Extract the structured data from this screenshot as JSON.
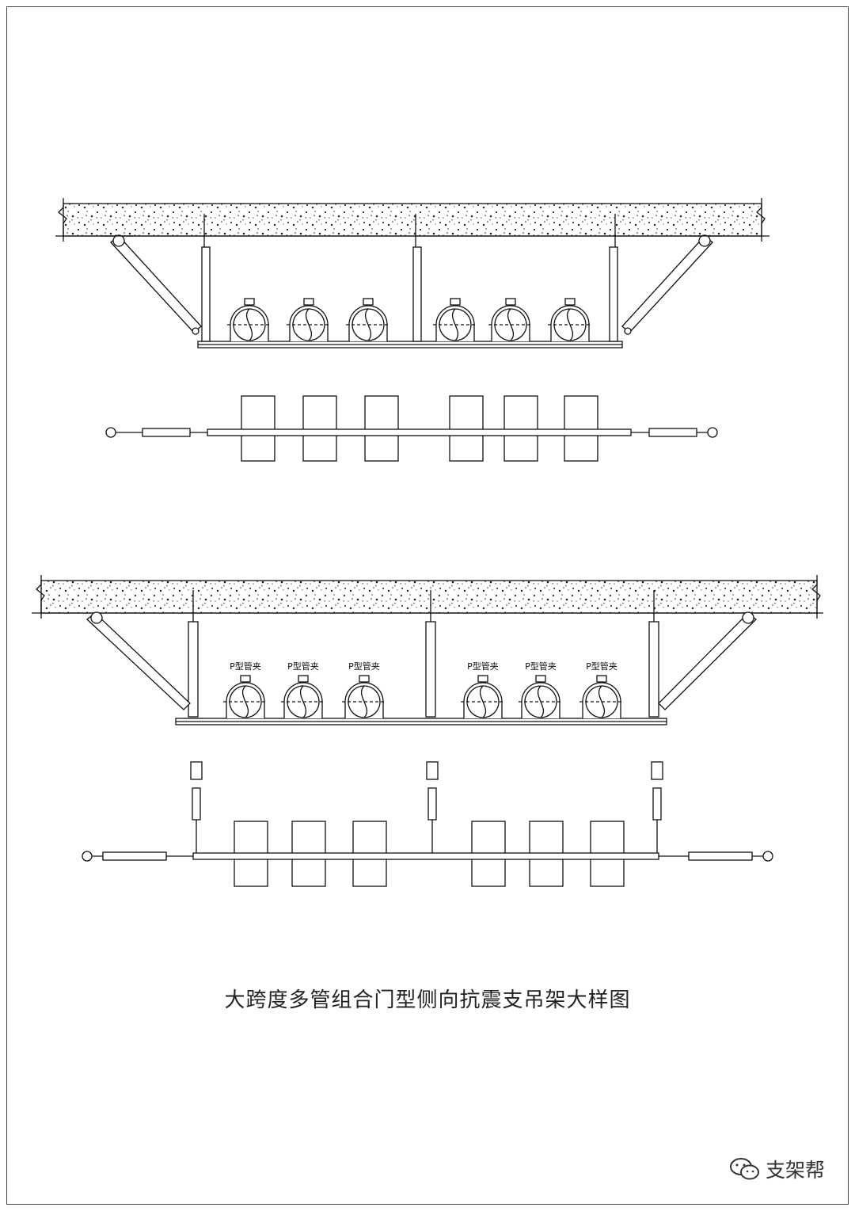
{
  "diagram": {
    "caption": "大跨度多管组合门型侧向抗震支吊架大样图",
    "clamp_label": "P型管夹",
    "clamp_labels": [
      "P型管夹",
      "P型管夹",
      "P型管夹",
      "P型管夹",
      "P型管夹",
      "P型管夹"
    ],
    "pipe_count_per_view": 6
  },
  "watermark": {
    "text": "支架帮",
    "icon": "wechat-chat-bubbles-icon"
  }
}
